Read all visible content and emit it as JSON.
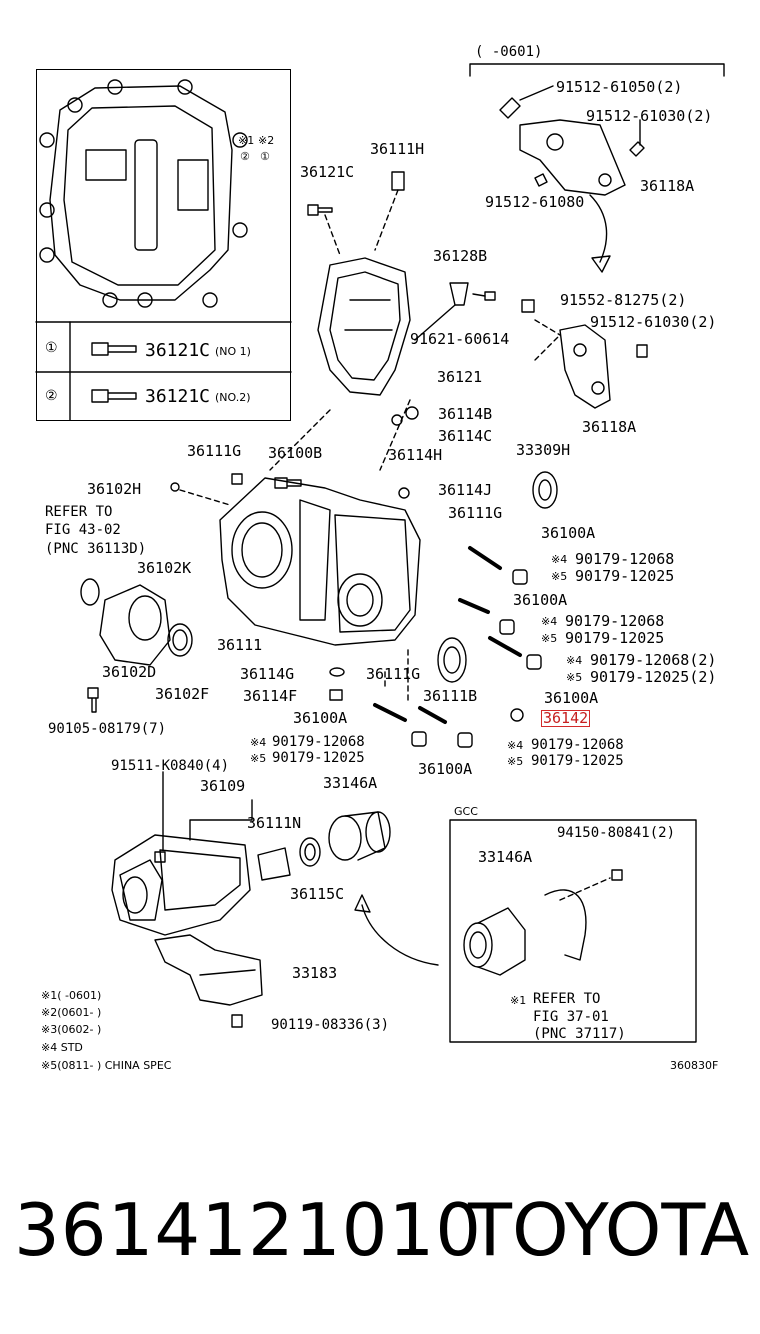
{
  "labels": {
    "top_range": "(     -0601)",
    "p91512_61050": "91512-61050(2)",
    "p91512_61030a": "91512-61030(2)",
    "p36118A_top": "36118A",
    "p91512_61080": "91512-61080",
    "p36111H": "36111H",
    "p36121C": "36121C",
    "p36128B": "36128B",
    "p91552_81275": "91552-81275(2)",
    "p91512_61030b": "91512-61030(2)",
    "p91621_60614": "91621-60614",
    "p36121": "36121",
    "p36118A_mid": "36118A",
    "p36114B": "36114B",
    "p36114C": "36114C",
    "p36111G_a": "36111G",
    "p36100B": "36100B",
    "p36114H": "36114H",
    "p33309H": "33309H",
    "p36102H": "36102H",
    "p36114J": "36114J",
    "p36111G_b": "36111G",
    "refer_a1": "REFER TO",
    "refer_a2": "FIG 43-02",
    "refer_a3": "(PNC 36113D)",
    "p36100A_a": "36100A",
    "n4_a": "※4",
    "p90179_12068_a": "90179-12068",
    "n5_a": "※5",
    "p90179_12025_a": "90179-12025",
    "p36102K": "36102K",
    "p36100A_b": "36100A",
    "n4_b": "※4",
    "p90179_12068_b": "90179-12068",
    "n5_b": "※5",
    "p90179_12025_b": "90179-12025",
    "p36111": "36111",
    "n4_c": "※4",
    "p90179_12068_c": "90179-12068(2)",
    "n5_c": "※5",
    "p90179_12025_c": "90179-12025(2)",
    "p36102D": "36102D",
    "p36114G": "36114G",
    "p36111G_c": "36111G",
    "p36102F": "36102F",
    "p36114F": "36114F",
    "p36111B": "36111B",
    "p36100A_c": "36100A",
    "p90105_08179": "90105-08179(7)",
    "p36100A_d": "36100A",
    "p36142": "36142",
    "n4_d": "※4",
    "p90179_12068_d": "90179-12068",
    "n5_d": "※5",
    "p90179_12025_d": "90179-12025",
    "n4_e": "※4",
    "p90179_12068_e": "90179-12068",
    "n5_e": "※5",
    "p90179_12025_e": "90179-12025",
    "p36100A_e": "36100A",
    "p91511_K0840": "91511-K0840(4)",
    "p36109": "36109",
    "p33146A_a": "33146A",
    "gcc": "GCC",
    "p36111N": "36111N",
    "p94150_80841": "94150-80841(2)",
    "p33146A_b": "33146A",
    "p36115C": "36115C",
    "p33183": "33183",
    "x1_refer": "※1",
    "refer_b1": "REFER TO",
    "refer_b2": "FIG 37-01",
    "refer_b3": "(PNC 37117)",
    "p90119_08336": "90119-08336(3)",
    "fig_code": "360830F"
  },
  "inset": {
    "n1": "※1",
    "n2": "※2",
    "c1": "①",
    "c2": "②",
    "row1_circle": "①",
    "row1_part": "36121C",
    "row1_note": "(NO 1)",
    "row2_circle": "②",
    "row2_part": "36121C",
    "row2_note": "(NO.2)"
  },
  "notes": [
    "※1(     -0601)",
    "※2(0601-     )",
    "※3(0602-     )",
    "※4 STD",
    "※5(0811-     ) CHINA SPEC"
  ],
  "footer": {
    "part_number": "3614121010",
    "brand": "TOYOTA"
  },
  "colors": {
    "highlight": "#d32a2a",
    "ink": "#000000"
  }
}
